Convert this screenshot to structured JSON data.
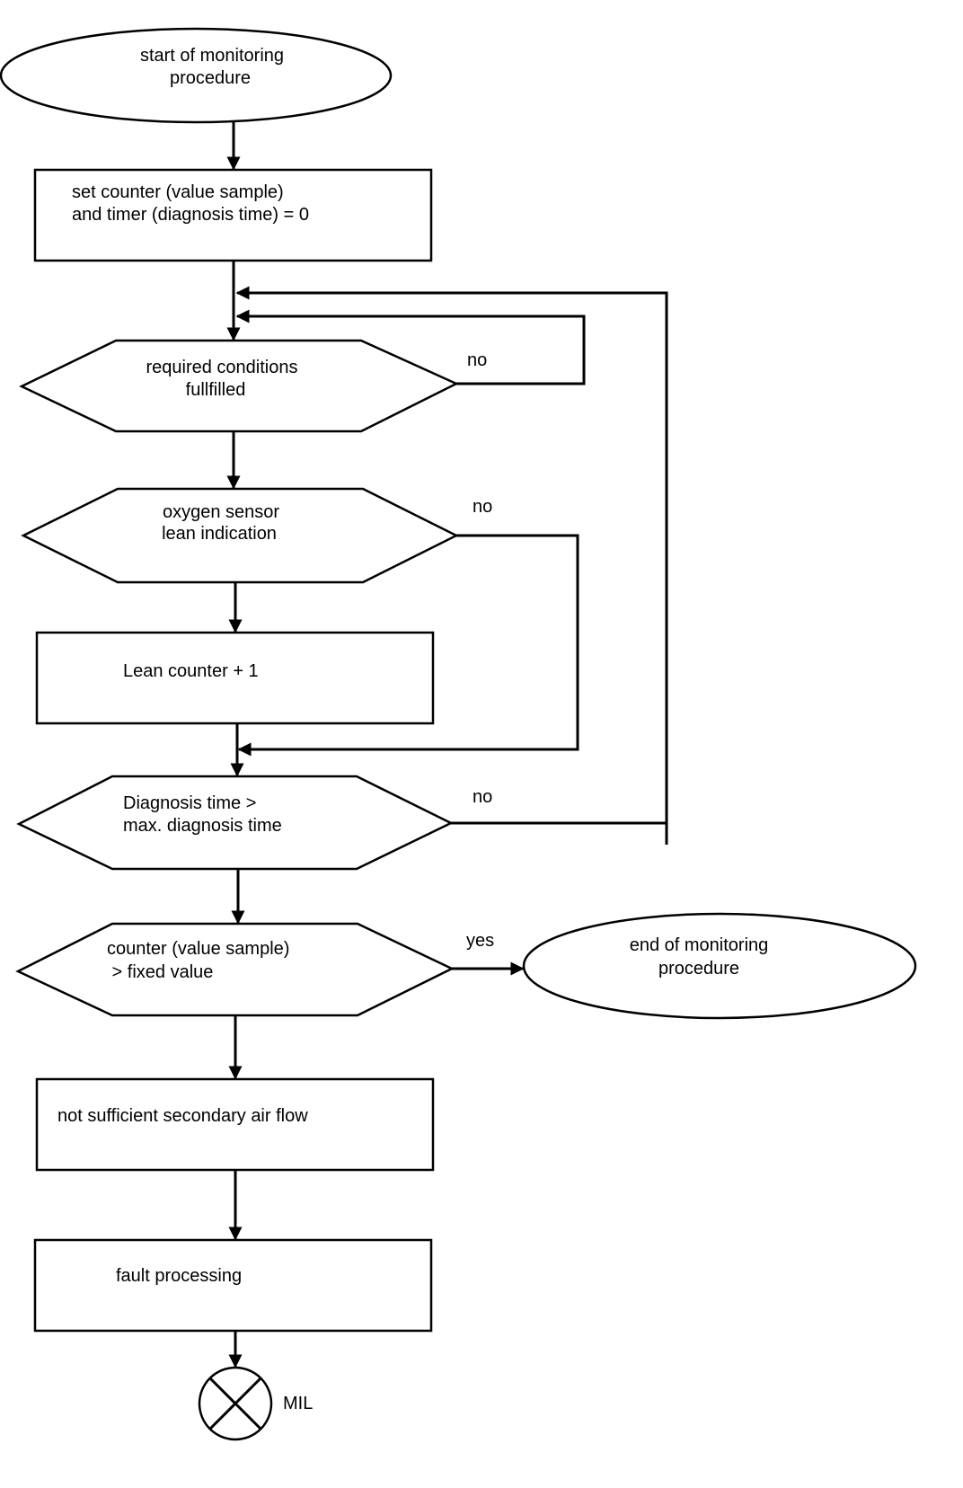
{
  "nodes": {
    "start": [
      "start of monitoring",
      "procedure"
    ],
    "set_counter": [
      "set counter (value sample)",
      "and timer (diagnosis time) = 0"
    ],
    "required_conditions": [
      "required conditions",
      "fullfilled"
    ],
    "oxygen_sensor": [
      "oxygen sensor",
      "lean indication"
    ],
    "lean_counter": [
      "Lean counter + 1"
    ],
    "diagnosis_time": [
      "Diagnosis time >",
      "max. diagnosis time"
    ],
    "counter_check": [
      "counter (value sample)",
      " > fixed value"
    ],
    "end": [
      "end of monitoring",
      "procedure"
    ],
    "not_sufficient": [
      "not sufficient secondary air flow"
    ],
    "fault_processing": [
      "fault processing"
    ],
    "mil": [
      "MIL"
    ]
  },
  "edge_labels": {
    "req_no": "no",
    "oxy_no": "no",
    "diag_no": "no",
    "counter_yes": "yes"
  }
}
